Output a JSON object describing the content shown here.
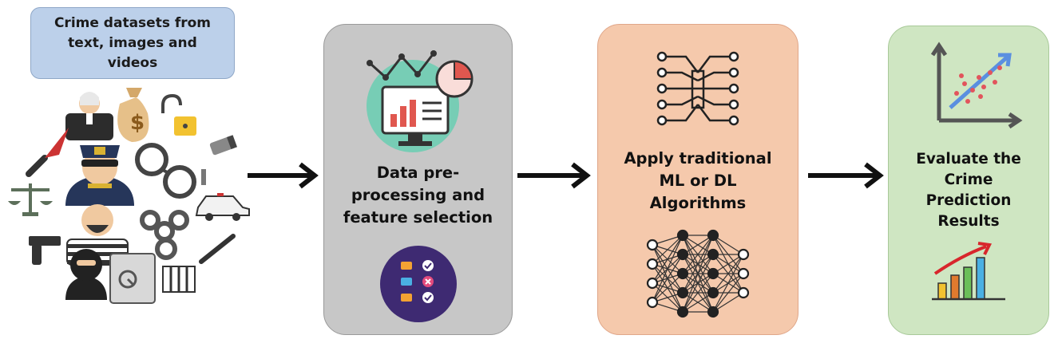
{
  "source_box": {
    "label": "Crime datasets from\ntext, images and\nvideos"
  },
  "stages": [
    {
      "label": "Data pre-\nprocessing and\nfeature selection"
    },
    {
      "label": "Apply traditional\nML or DL\nAlgorithms"
    },
    {
      "label": "Evaluate the\nCrime\nPrediction\nResults"
    }
  ],
  "icons": {
    "source": [
      "judge-icon",
      "money-bag-icon",
      "open-padlock-icon",
      "knife-icon",
      "police-officer-icon",
      "handcuffs-icon",
      "security-camera-icon",
      "scales-of-justice-icon",
      "police-car-icon",
      "pistol-icon",
      "prisoner-icon",
      "brass-knuckles-icon",
      "baton-icon",
      "masked-robber-icon",
      "safe-icon",
      "jail-bars-icon"
    ],
    "stage1": [
      "analytics-monitor-icon",
      "checklist-icon"
    ],
    "stage2": [
      "circuit-brain-icon",
      "neural-network-icon"
    ],
    "stage3": [
      "scatter-trend-icon",
      "growth-bar-chart-icon"
    ]
  },
  "colors": {
    "source_box": "#bcd0ea",
    "stage1": "#c7c7c7",
    "stage2": "#f5c9ac",
    "stage3": "#cfe6c2",
    "arrow": "#111111"
  }
}
